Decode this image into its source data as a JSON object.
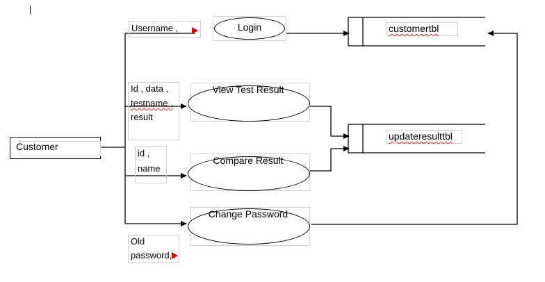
{
  "external_entity": {
    "label": "Customer"
  },
  "processes": {
    "login": "Login",
    "view_test_result": "View Test Result",
    "compare_result": "Compare Result",
    "change_password": "Change Password"
  },
  "data_stores": {
    "customertbl": "customertbl",
    "updateresulttbl": "updateresulttbl"
  },
  "flow_labels": {
    "login_flow": "Username ,",
    "view_flow": [
      "Id , data ,",
      "testname ,",
      "result"
    ],
    "compare_flow": [
      "id ,",
      "name"
    ],
    "change_flow": [
      "Old",
      "password,"
    ]
  },
  "colors": {
    "line": "#000000",
    "marker": "#e00000",
    "frame": "#d4d4d4"
  }
}
